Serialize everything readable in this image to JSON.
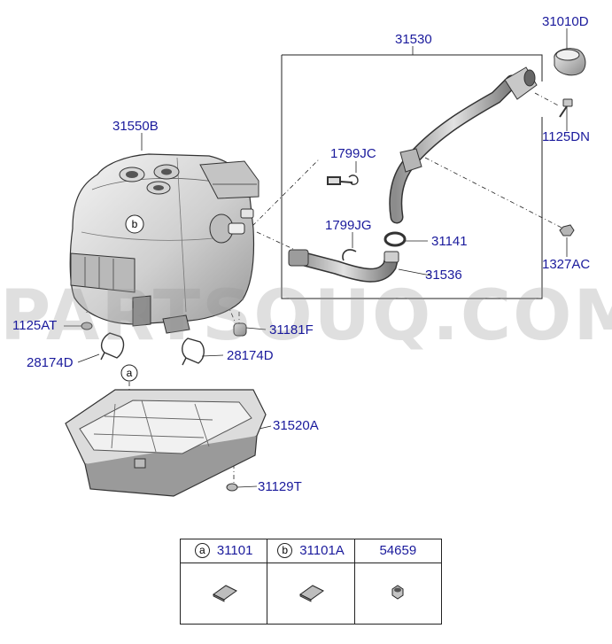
{
  "watermark": "PARTSOUQ.COM",
  "callouts": {
    "p31010D": "31010D",
    "p31530": "31530",
    "p31550B": "31550B",
    "p1125DN": "1125DN",
    "p1799JC": "1799JC",
    "p1799JG": "1799JG",
    "p31141": "31141",
    "p31536": "31536",
    "p1327AC": "1327AC",
    "p1125AT": "1125AT",
    "p31181F": "31181F",
    "p28174D_left": "28174D",
    "p28174D_right": "28174D",
    "p31520A": "31520A",
    "p31129T": "31129T"
  },
  "ref_markers": {
    "a": "a",
    "b": "b"
  },
  "legend": [
    {
      "marker": "a",
      "code": "31101",
      "icon": "pad-icon"
    },
    {
      "marker": "b",
      "code": "31101A",
      "icon": "pad-icon"
    },
    {
      "marker": "",
      "code": "54659",
      "icon": "nut-icon"
    }
  ]
}
